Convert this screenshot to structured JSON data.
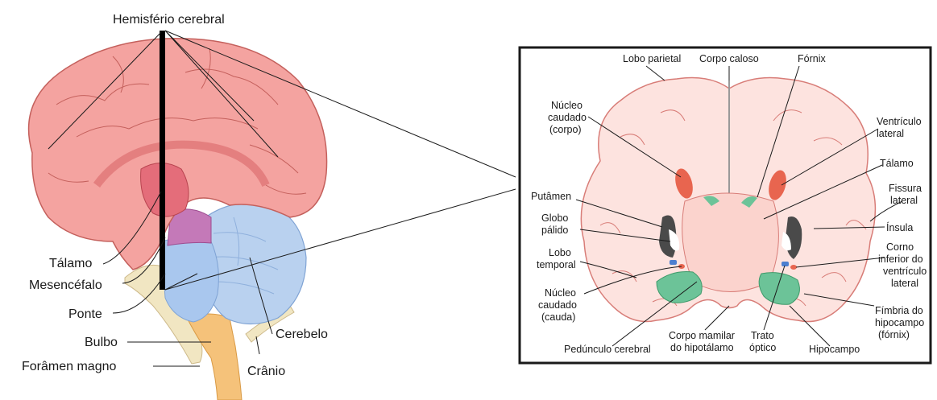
{
  "left_labels": {
    "hemisferio": "Hemisfério cerebral",
    "talamo": "Tálamo",
    "mesencefalo": "Mesencéfalo",
    "ponte": "Ponte",
    "bulbo": "Bulbo",
    "foramen": "Forâmen magno",
    "cerebelo": "Cerebelo",
    "cranio": "Crânio"
  },
  "right_labels": {
    "lobo_parietal": "Lobo parietal",
    "corpo_caloso": "Corpo caloso",
    "fornix": "Fórnix",
    "nucleo_corpo_1": "Núcleo",
    "nucleo_corpo_2": "caudado",
    "nucleo_corpo_3": "(corpo)",
    "ventriculo_1": "Ventrículo",
    "ventriculo_2": "lateral",
    "talamo": "Tálamo",
    "fissura_1": "Fissura",
    "fissura_2": "lateral",
    "insula": "Ínsula",
    "putamen": "Putâmen",
    "globo_1": "Globo",
    "globo_2": "pálido",
    "lobo_temp_1": "Lobo",
    "lobo_temp_2": "temporal",
    "corno_1": "Corno",
    "corno_2": "inferior do",
    "corno_3": "ventrículo",
    "corno_4": "lateral",
    "nucleo_cauda_1": "Núcleo",
    "nucleo_cauda_2": "caudado",
    "nucleo_cauda_3": "(cauda)",
    "fimbria_1": "Fímbria do",
    "fimbria_2": "hipocampo",
    "fimbria_3": "(fórnix)",
    "peduncle": "Pedúnculo cerebral",
    "corpo_mamilar_1": "Corpo mamilar",
    "corpo_mamilar_2": "do hipotálamo",
    "trato_1": "Trato",
    "trato_2": "óptico",
    "hipocampo": "Hipocampo"
  },
  "colors": {
    "cortex": "#f4a3a0",
    "cortex_stroke": "#c4605c",
    "cerebellum": "#b9d1ef",
    "brainstem": "#a9c7ee",
    "midbrain": "#c479b8",
    "thalamus": "#e46d7a",
    "medulla": "#f5c27a",
    "skull": "#f1e6c2",
    "section_fill": "#fde3df",
    "section_stroke": "#d87d78",
    "nucleus_red": "#e8654f",
    "green": "#6cc398",
    "globus_dark": "#4a4a4a",
    "blue": "#4c7fd0"
  }
}
